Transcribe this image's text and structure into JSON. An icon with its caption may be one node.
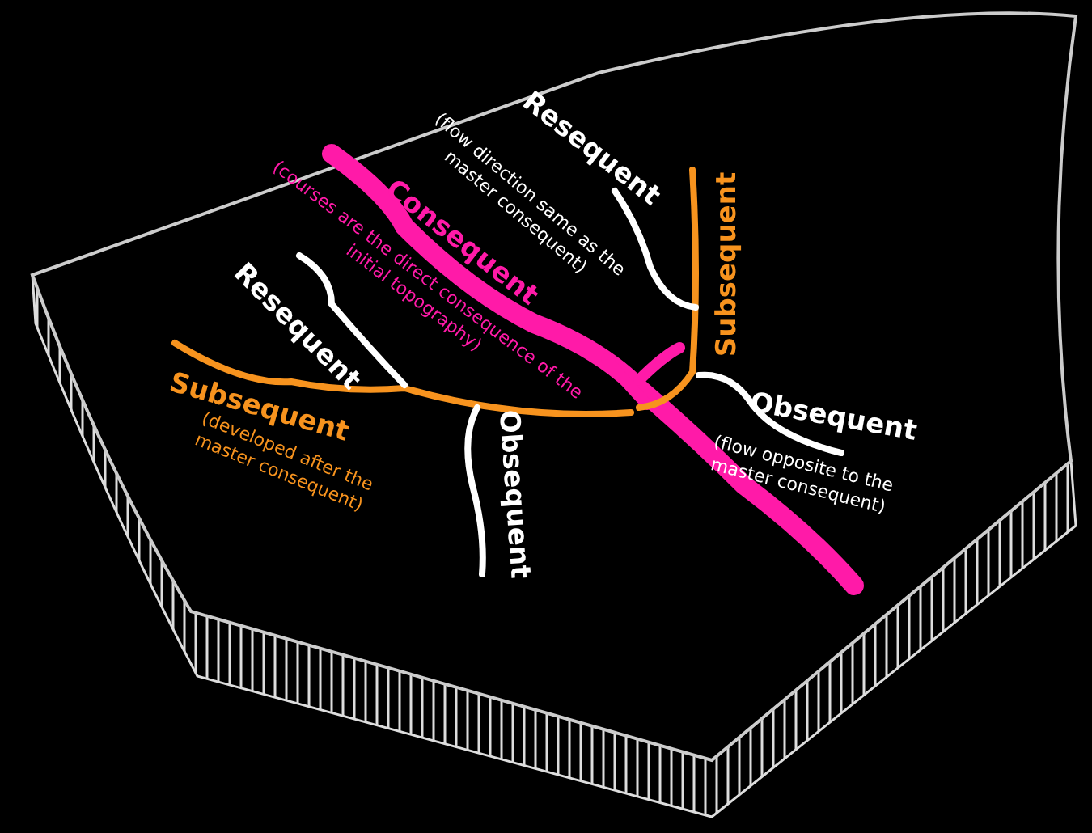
{
  "diagram": {
    "labels": [
      "Resequent",
      "(flow direction same as the master consequent)",
      "Consequent",
      "(courses are the direct consequence of the initial topography)",
      "Subsequent",
      "Resequent",
      "Obsequent",
      "(flow opposite to the master consequent)",
      "Subsequent",
      "(developed after the master consequent)",
      "Obsequent"
    ]
  }
}
